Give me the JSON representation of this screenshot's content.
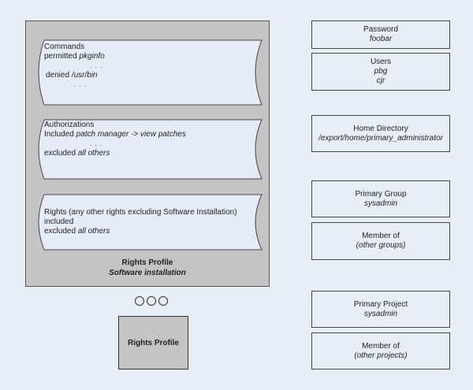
{
  "diagram": {
    "profile_container": {
      "sections": [
        {
          "title": "Commands",
          "lines": [
            {
              "prefix": "permitted ",
              "value": "pkginfo"
            },
            {
              "ellipsis": ". . ."
            },
            {
              "prefix": "denied ",
              "value": "/usr/bin"
            },
            {
              "ellipsis": ". . ."
            }
          ]
        },
        {
          "title": "Authorizations",
          "lines": [
            {
              "prefix": "Included ",
              "value": "patch manager -> view patches"
            },
            {
              "ellipsis": ". . ."
            },
            {
              "prefix": "excluded ",
              "value": "all others"
            }
          ]
        },
        {
          "title": "Rights (any other rights excluding Software Installation)",
          "lines": [
            {
              "prefix": "included",
              "value": ""
            },
            {
              "prefix": "excluded ",
              "value": "all others"
            }
          ]
        }
      ],
      "footer_label": "Rights Profile",
      "footer_value": "Software installation"
    },
    "more_indicator": "○○○",
    "rights_profile_box": "Rights Profile",
    "user_attributes": [
      {
        "label": "Password",
        "values": [
          "foobar"
        ]
      },
      {
        "label": "Users",
        "values": [
          "pbg",
          "cjr"
        ]
      },
      {
        "label": "Home Directory",
        "values": [
          "/export/home/primary_administrator"
        ]
      },
      {
        "label": "Primary Group",
        "values": [
          "sysadmin"
        ]
      },
      {
        "label": "Member of",
        "values": [
          "(other groups)"
        ]
      },
      {
        "label": "Primary Project",
        "values": [
          "sysadmin"
        ]
      },
      {
        "label": "Member of",
        "values": [
          "(other projects)"
        ]
      }
    ],
    "colors": {
      "background": "#e8edf6",
      "container_fill": "#c4c4c4",
      "border": "#444444"
    }
  }
}
